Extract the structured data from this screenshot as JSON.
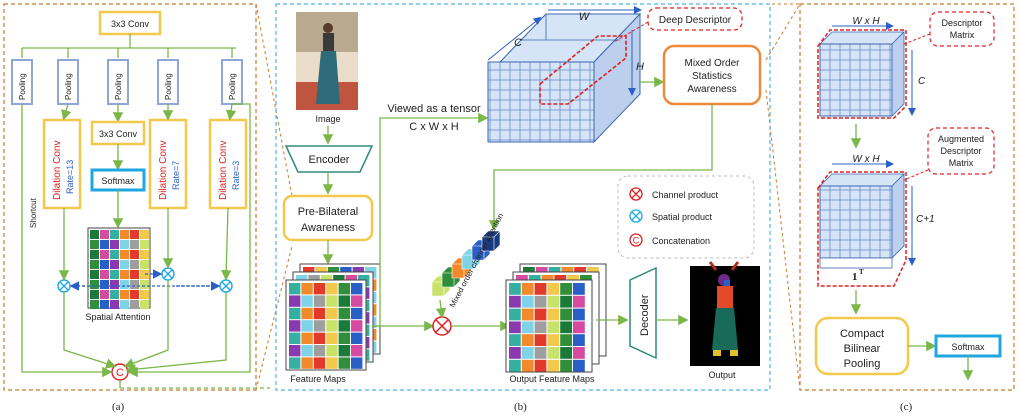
{
  "panel_a": {
    "caption": "(a)",
    "top_conv": "3x3 Conv",
    "pooling": "Pooling",
    "shortcut": "Shortcut",
    "dilation_label": "Dilation Conv",
    "rate_13": "Rate=13",
    "rate_7": "Rate=7",
    "rate_3": "Rate=3",
    "mid_conv": "3x3 Conv",
    "softmax": "Softmax",
    "spatial_attention": "Spatial Attention",
    "concat_symbol": "C"
  },
  "panel_b": {
    "caption": "(b)",
    "image_label": "Image",
    "encoder": "Encoder",
    "pre_bilateral_1": "Pre-Bilateral",
    "pre_bilateral_2": "Awareness",
    "feature_maps": "Feature Maps",
    "viewed_as_1": "Viewed as  a tensor",
    "viewed_as_2": "C x W x H",
    "deep_descriptor": "Deep Descriptor",
    "dim_w": "W",
    "dim_c": "C",
    "dim_h": "H",
    "mixed_order_1": "Mixed Order",
    "mixed_order_2": "Statistics",
    "mixed_order_3": "Awareness",
    "channel_attention": "Mixed order channel attention",
    "legend_channel": "Channel product",
    "legend_spatial": "Spatial product",
    "legend_concat": "Concatenation",
    "output_feature_maps": "Output Feature Maps",
    "decoder": "Decoder",
    "output": "Output"
  },
  "panel_c": {
    "caption": "(c)",
    "dim_wh": "W x H",
    "descriptor_matrix_1": "Descriptor",
    "descriptor_matrix_2": "Matrix",
    "dim_c": "C",
    "augmented_1": "Augmented",
    "augmented_2": "Descriptor",
    "augmented_3": "Matrix",
    "dim_c1": "C+1",
    "ones_label": "1",
    "ones_sup": "T",
    "compact_1": "Compact",
    "compact_2": "Bilinear",
    "compact_3": "Pooling",
    "softmax": "Softmax"
  },
  "colors": {
    "yellow_box": "#f2c94c",
    "blue_box": "#8fa7d8",
    "cyan_box": "#1ea7e0",
    "orange_box": "#ed8a3c",
    "green_arrow": "#7ab648",
    "red_text": "#e02020",
    "blue_text": "#2a5fc8",
    "grid_blue": "#c9dcf5",
    "dashed_red": "#e02020",
    "panel_border_orange": "#c87a2a",
    "panel_border_cyan": "#4fb3e3"
  }
}
